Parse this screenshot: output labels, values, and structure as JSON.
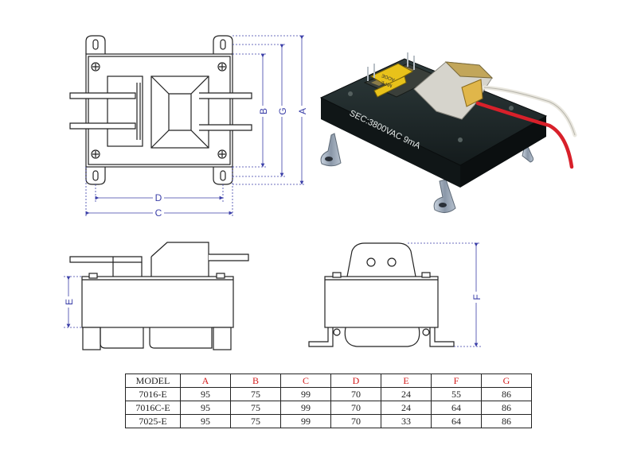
{
  "labels": {
    "dim_a": "A",
    "dim_b": "B",
    "dim_g": "G",
    "dim_d": "D",
    "dim_c": "C",
    "dim_e": "E",
    "dim_f": "F",
    "photo_text": "SEC:3800VAC 9mA",
    "photo_tag_line1": "AOOE",
    "photo_tag_line2": "MIPE"
  },
  "table": {
    "headers": [
      "MODEL",
      "A",
      "B",
      "C",
      "D",
      "E",
      "F",
      "G"
    ],
    "rows": [
      [
        "7016-E",
        "95",
        "75",
        "99",
        "70",
        "24",
        "55",
        "86"
      ],
      [
        "7016C-E",
        "95",
        "75",
        "99",
        "70",
        "24",
        "64",
        "86"
      ],
      [
        "7025-E",
        "95",
        "75",
        "99",
        "70",
        "33",
        "64",
        "86"
      ]
    ]
  },
  "colors": {
    "dimension": "#3b3fa8",
    "header_accent": "#d21a1a",
    "potting": "#1f2a2b",
    "bracket": "#8a97a8",
    "lead_red": "#d8202a"
  }
}
